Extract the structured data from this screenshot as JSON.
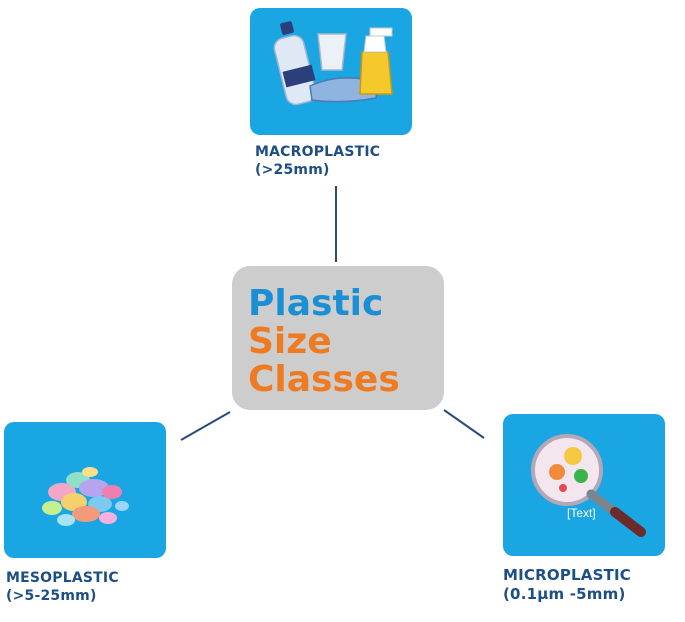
{
  "center": {
    "line1": "Plastic",
    "line2": "Size",
    "line3": "Classes",
    "color_line1": "#1a8fd4",
    "color_line2_3": "#ee7b22"
  },
  "nodes": {
    "macro": {
      "title": "MACROPLASTIC",
      "range": "(>25mm)"
    },
    "meso": {
      "title": "MESOPLASTIC",
      "range": "(>5-25mm)"
    },
    "micro": {
      "title": "MICROPLASTIC",
      "range": "(0.1μm -5mm)",
      "placeholder": "[Text]"
    }
  },
  "colors": {
    "tile": "#1aa6e2",
    "label": "#1d4f86",
    "connector": "#2a4a7a",
    "center_box": "#cdcdcd"
  }
}
